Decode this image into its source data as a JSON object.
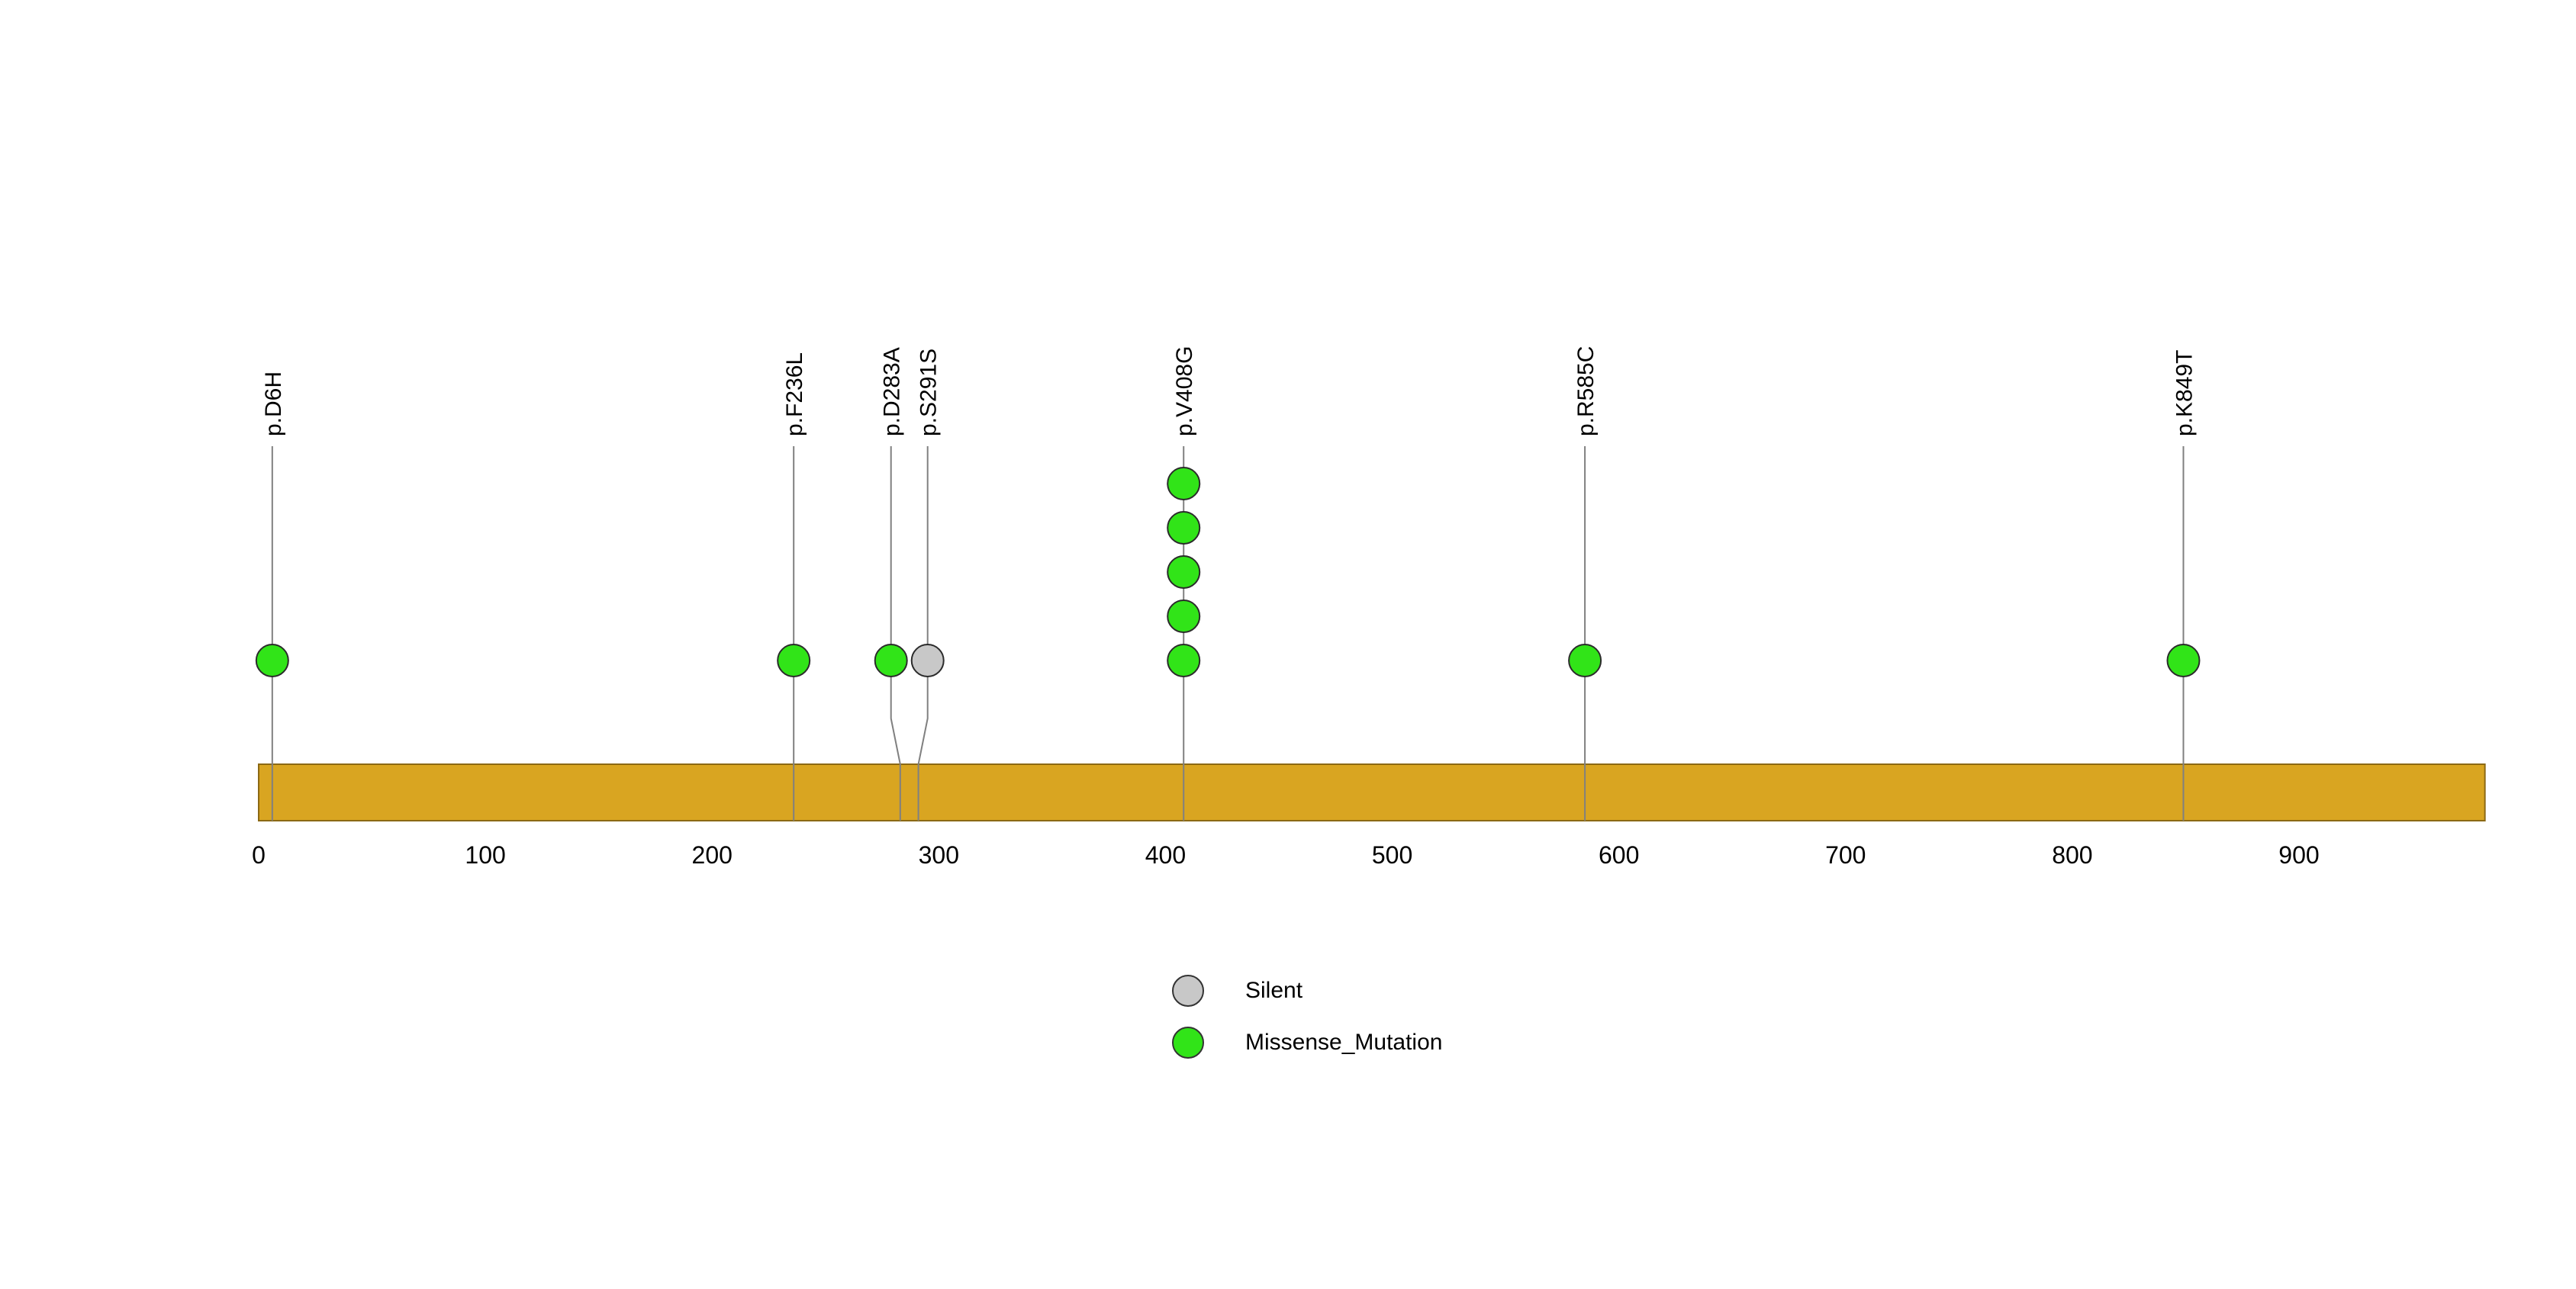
{
  "chart_data": {
    "type": "lollipop",
    "title": "",
    "xlabel": "",
    "ylabel": "",
    "xlim": [
      0,
      982
    ],
    "xticks": [
      0,
      100,
      200,
      300,
      400,
      500,
      600,
      700,
      800,
      900
    ],
    "grid": false,
    "legend_position": "bottom-center",
    "backbone": {
      "start": 0,
      "end": 982,
      "color": "#D9A521",
      "border": "#8B6914"
    },
    "stem_color": "#808080",
    "marker_border": "#2b2b2b",
    "legend": [
      {
        "label": "Silent",
        "color": "#C8C8C8"
      },
      {
        "label": "Missense_Mutation",
        "color": "#31E418"
      }
    ],
    "mutations": [
      {
        "label": "p.D6H",
        "position": 6,
        "count": 1,
        "type": "Missense_Mutation"
      },
      {
        "label": "p.F236L",
        "position": 236,
        "count": 1,
        "type": "Missense_Mutation"
      },
      {
        "label": "p.D283A",
        "position": 283,
        "count": 1,
        "type": "Missense_Mutation"
      },
      {
        "label": "p.S291S",
        "position": 291,
        "count": 1,
        "type": "Silent"
      },
      {
        "label": "p.V408G",
        "position": 408,
        "count": 5,
        "type": "Missense_Mutation"
      },
      {
        "label": "p.R585C",
        "position": 585,
        "count": 1,
        "type": "Missense_Mutation"
      },
      {
        "label": "p.K849T",
        "position": 849,
        "count": 1,
        "type": "Missense_Mutation"
      }
    ]
  }
}
